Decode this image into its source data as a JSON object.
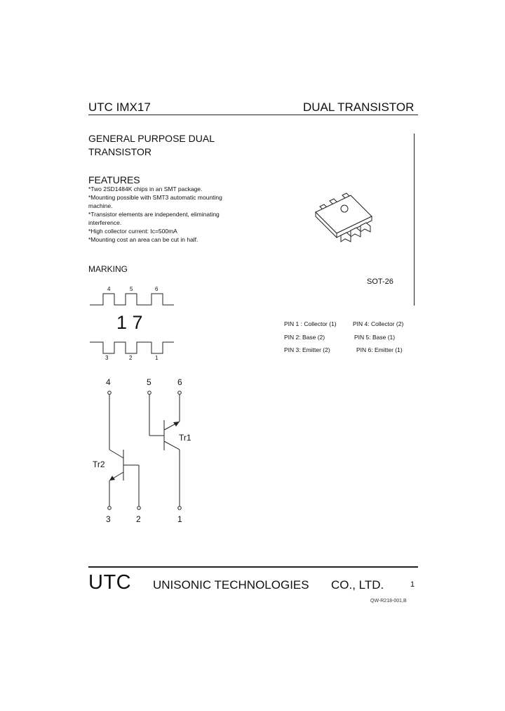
{
  "header": {
    "part": "UTC IMX17",
    "category": "DUAL TRANSISTOR"
  },
  "title": {
    "line1": "GENERAL PURPOSE DUAL",
    "line2": "TRANSISTOR"
  },
  "features": {
    "heading": "FEATURES",
    "items": [
      "*Two 2SD1484K chips in an SMT package.",
      "*Mounting possible with SMT3 automatic mounting",
      " machine.",
      "*Transistor elements are independent, eliminating",
      " interference.",
      "*High collector current: Ic=500mA",
      "*Mounting cost an area can be cut in half."
    ]
  },
  "package": {
    "label": "SOT-26"
  },
  "marking": {
    "heading": "MARKING",
    "top_pins": [
      "4",
      "5",
      "6"
    ],
    "bottom_pins": [
      "3",
      "2",
      "1"
    ],
    "code": "1 7"
  },
  "pins": [
    "PIN 1 : Collector (1)",
    "PIN 4: Collector (2)",
    "PIN 2: Base (2)",
    "PIN 5: Base (1)",
    "PIN 3: Emitter (2)",
    "PIN 6: Emitter (1)"
  ],
  "circuit": {
    "top_labels": [
      "4",
      "5",
      "6"
    ],
    "bottom_labels": [
      "3",
      "2",
      "1"
    ],
    "tr1": "Tr1",
    "tr2": "Tr2"
  },
  "footer": {
    "brand": "UTC",
    "company": "UNISONIC TECHNOLOGIES",
    "suffix": "CO., LTD.",
    "page": "1",
    "doc_code": "QW-R218-001,B"
  }
}
